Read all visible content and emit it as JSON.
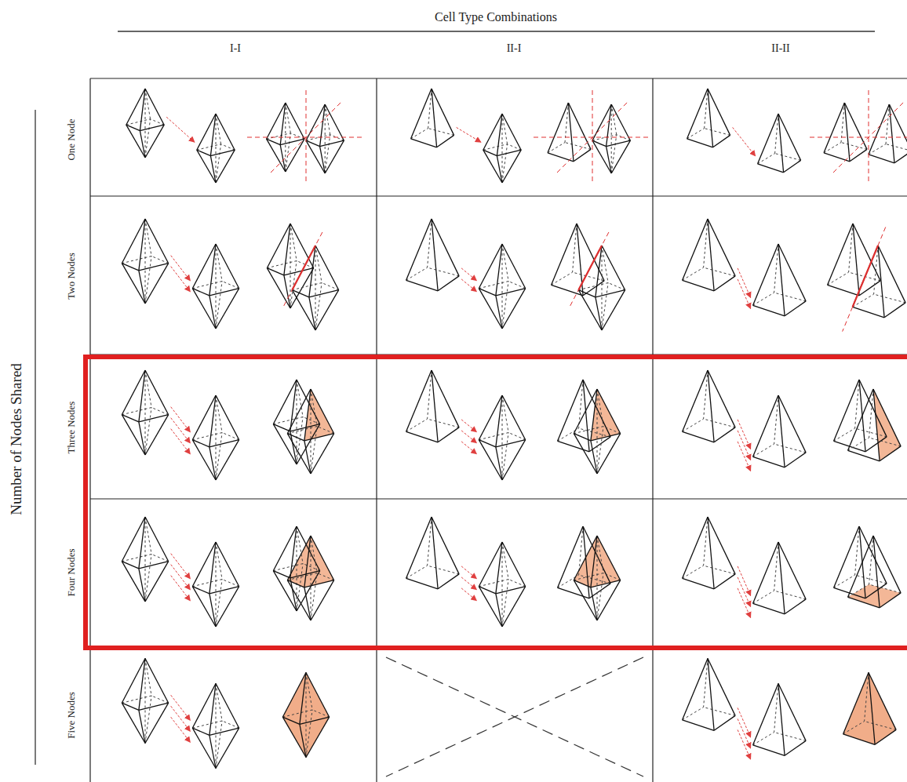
{
  "diagram": {
    "labels": [
      "Cell Type Combinations",
      "I-I",
      "II-I",
      "II-II",
      "Number of Nodes Shared",
      "One Node",
      "Two Nodes",
      "Three Nodes",
      "Four Nodes",
      "Five Nodes"
    ]
  }
}
